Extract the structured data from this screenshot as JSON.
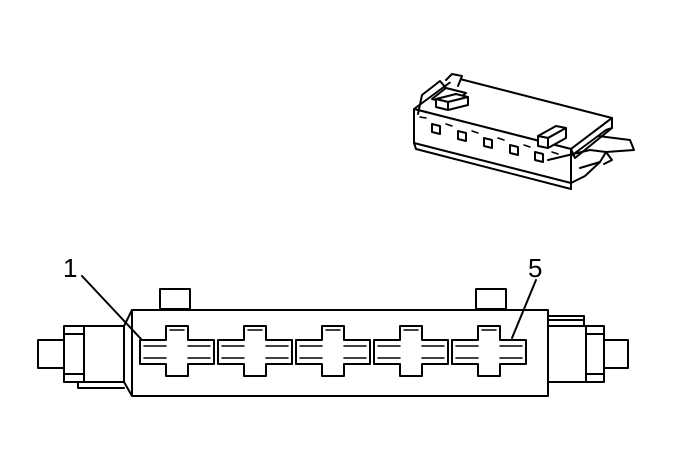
{
  "diagram": {
    "callouts": [
      {
        "id": "1",
        "label": "1"
      },
      {
        "id": "5",
        "label": "5"
      }
    ],
    "line_color": "#000000",
    "background_color": "#ffffff"
  }
}
